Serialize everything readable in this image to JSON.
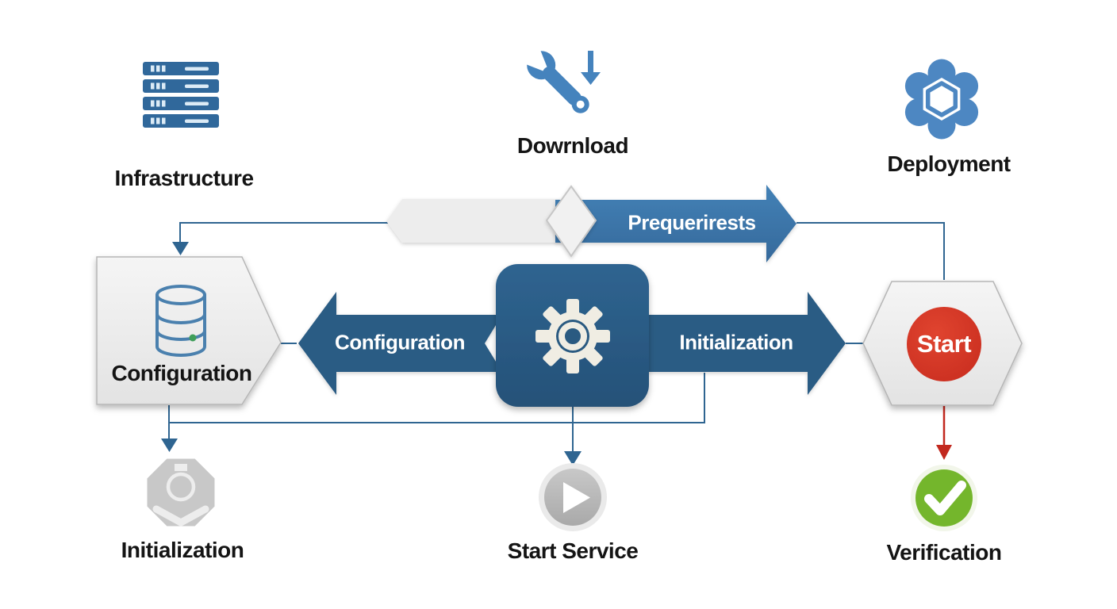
{
  "nodes": {
    "infrastructure": {
      "label": "Infrastructure",
      "icon": "server-rack-icon"
    },
    "download": {
      "label": "Dowrnload",
      "icon": "wrench-download-icon"
    },
    "deployment": {
      "label": "Deployment",
      "icon": "cluster-icon"
    },
    "prerequisites_arrow": {
      "label": "Prequerirests"
    },
    "configuration_node": {
      "label": "Configuration",
      "icon": "database-icon"
    },
    "configuration_arrow": {
      "label": "Configuration"
    },
    "engine": {
      "icon": "gear-icon"
    },
    "initialization_arrow": {
      "label": "Initialization"
    },
    "start_node": {
      "label": "Start"
    },
    "initialization_step": {
      "label": "Initialization",
      "icon": "octagon-badge-icon"
    },
    "start_service_step": {
      "label": "Start Service",
      "icon": "play-icon"
    },
    "verification_step": {
      "label": "Verification",
      "icon": "check-icon"
    }
  },
  "colors": {
    "prerequisites_blue": "#3e7cb1",
    "dark_navy_arrow": "#2b5c84",
    "center_box_navy": "#2a5a81",
    "connector_line_blue": "#2f6591",
    "icon_blue": "#4583bd",
    "server_blue": "#30689b",
    "cluster_blue": "#4d87c2",
    "database_outline_blue": "#4a80ae",
    "light_gray_shape": "#ededed",
    "shape_border_gray": "#b6b6b6",
    "muted_gray_icon": "#b9b9b9",
    "start_red": "#d23426",
    "verification_red_line": "#c2281e",
    "verification_green": "#74b62c",
    "label_black": "#141414",
    "gear_cream": "#f0ede3"
  }
}
